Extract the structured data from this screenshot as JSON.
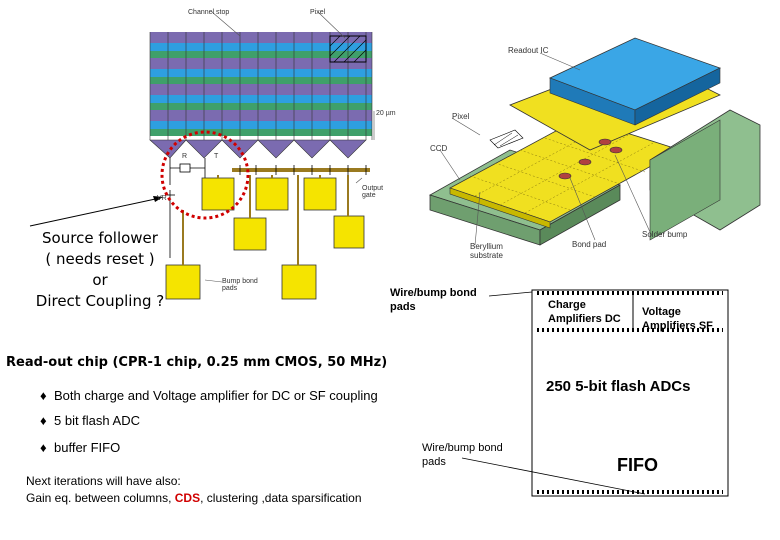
{
  "pixel_diagram": {
    "channel_stop": "Channel stop",
    "pixel": "Pixel",
    "dimension": "20 µm",
    "r_label": "R",
    "t_label": "T",
    "vr_label": "VR",
    "output_gate": "Output gate",
    "bump_bond_pads": "Bump bond pads"
  },
  "chip_diagram": {
    "readout_ic": "Readout IC",
    "pixel": "Pixel",
    "ccd": "CCD",
    "beryllium_substrate": "Beryllium substrate",
    "bond_pad": "Bond pad",
    "solder_bump": "Solder bump"
  },
  "source_follower": [
    "Source follower",
    "( needs reset )",
    "or",
    "Direct Coupling ?"
  ],
  "wire_bump_top": [
    "Wire/bump bond",
    "pads"
  ],
  "readout_title": "Read-out chip (CPR-1 chip, 0.25 mm CMOS, 50 MHz)",
  "bullets": [
    "Both charge and Voltage amplifier for DC or SF coupling",
    "5 bit flash ADC",
    "buffer FIFO"
  ],
  "wire_bump_bottom": [
    "Wire/bump bond",
    "pads"
  ],
  "next_iterations": {
    "line1": "Next iterations will have also:",
    "line2_prefix": "Gain eq. between columns, ",
    "cds": "CDS",
    "line2_suffix": ", clustering ,data sparsification"
  },
  "block": {
    "charge_amp": [
      "Charge",
      "Amplifiers DC"
    ],
    "voltage_amp": [
      "Voltage",
      "Amplifiers SF"
    ],
    "adcs": "250 5-bit flash ADCs",
    "fifo": "FIFO"
  },
  "colors": {
    "stripe_purple": "#7b6bb0",
    "stripe_blue": "#2e9fe0",
    "stripe_green": "#3fa06a",
    "pad_yellow": "#f5e400",
    "chip_blue": "#3aa6e6",
    "chip_yellow": "#f0e020",
    "substrate_green": "#8fbf8f",
    "accent_red": "#d00000"
  }
}
